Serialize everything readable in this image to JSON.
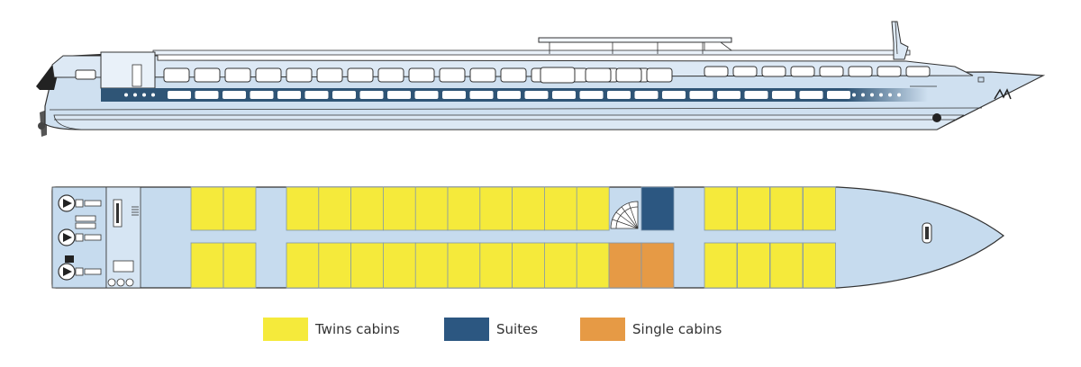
{
  "colors": {
    "hull": "#cfe0f0",
    "hull_light": "#e2edf7",
    "outline": "#333333",
    "band": "#2f5576",
    "dark": "#222222",
    "twin": "#f5ea3b",
    "suite": "#2c5781",
    "single": "#e69a45",
    "corridor": "#c6dbee",
    "window": "#ffffff"
  },
  "legend": {
    "items": [
      {
        "label": "Twins cabins",
        "color": "#f5ea3b",
        "icon": "yellow-swatch"
      },
      {
        "label": "Suites",
        "color": "#2c5781",
        "icon": "blue-swatch"
      },
      {
        "label": "Single cabins",
        "color": "#e69a45",
        "icon": "orange-swatch"
      }
    ]
  }
}
